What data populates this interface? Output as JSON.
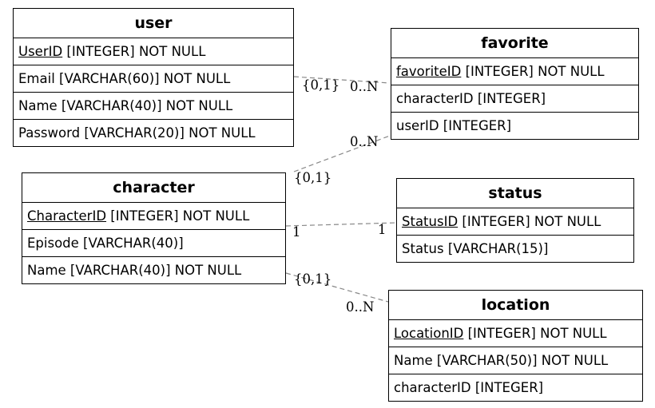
{
  "entities": {
    "user": {
      "title": "user",
      "rows": [
        {
          "key": "UserID",
          "rest": " [INTEGER] NOT NULL"
        },
        {
          "text": "Email [VARCHAR(60)] NOT NULL"
        },
        {
          "text": "Name [VARCHAR(40)] NOT NULL"
        },
        {
          "text": "Password [VARCHAR(20)] NOT NULL"
        }
      ]
    },
    "favorite": {
      "title": "favorite",
      "rows": [
        {
          "key": "favoriteID",
          "rest": " [INTEGER] NOT NULL"
        },
        {
          "text": "characterID [INTEGER]"
        },
        {
          "text": "userID [INTEGER]"
        }
      ]
    },
    "character": {
      "title": "character",
      "rows": [
        {
          "key": "CharacterID",
          "rest": " [INTEGER] NOT NULL"
        },
        {
          "text": "Episode [VARCHAR(40)]"
        },
        {
          "text": "Name [VARCHAR(40)] NOT NULL"
        }
      ]
    },
    "status": {
      "title": "status",
      "rows": [
        {
          "key": "StatusID",
          "rest": " [INTEGER] NOT NULL"
        },
        {
          "text": "Status [VARCHAR(15)]"
        }
      ]
    },
    "location": {
      "title": "location",
      "rows": [
        {
          "key": "LocationID",
          "rest": " [INTEGER] NOT NULL"
        },
        {
          "text": "Name [VARCHAR(50)] NOT NULL"
        },
        {
          "text": "characterID [INTEGER]"
        }
      ]
    }
  },
  "relationships": {
    "user_favorite": {
      "from_card": "{0,1}",
      "to_card": "0..N"
    },
    "character_favorite": {
      "from_card": "{0,1}",
      "to_card": "0..N"
    },
    "character_status": {
      "from_card": "1",
      "to_card": "1"
    },
    "character_location": {
      "from_card": "{0,1}",
      "to_card": "0..N"
    }
  },
  "colors": {
    "line": "#888888",
    "border": "#000000"
  }
}
